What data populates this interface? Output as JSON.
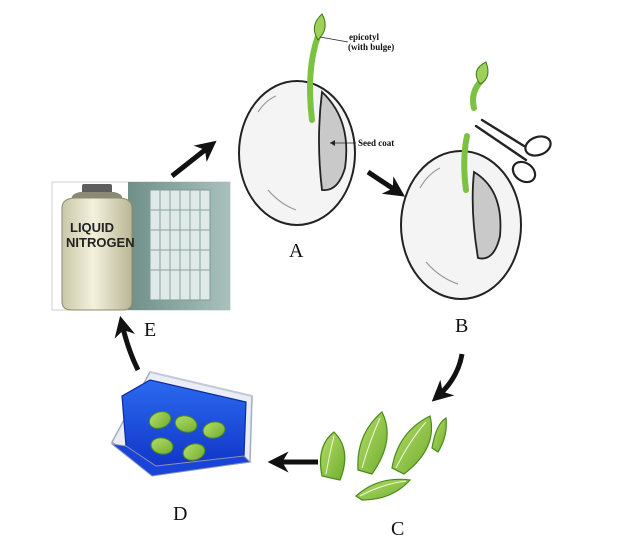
{
  "labels": {
    "epicotyl_line1": "epicotyl",
    "epicotyl_line2": "(with bulge)",
    "seed_coat": "Seed coat",
    "stage_a": "A",
    "stage_b": "B",
    "stage_c": "C",
    "stage_d": "D",
    "stage_e": "E"
  },
  "photo": {
    "tank_line1": "LIQUID",
    "tank_line2": "NITROGEN"
  },
  "colors": {
    "sprout_green": "#7cc242",
    "leaf_green": "#8cc63f",
    "seed_fill": "#f4f4f4",
    "cavity_gray": "#c9c9c9",
    "box_blue": "#1e50e6",
    "arrow": "#111111"
  },
  "icons": {
    "scissors": "scissors-icon",
    "arrows": "cycle-arrow-icon"
  }
}
